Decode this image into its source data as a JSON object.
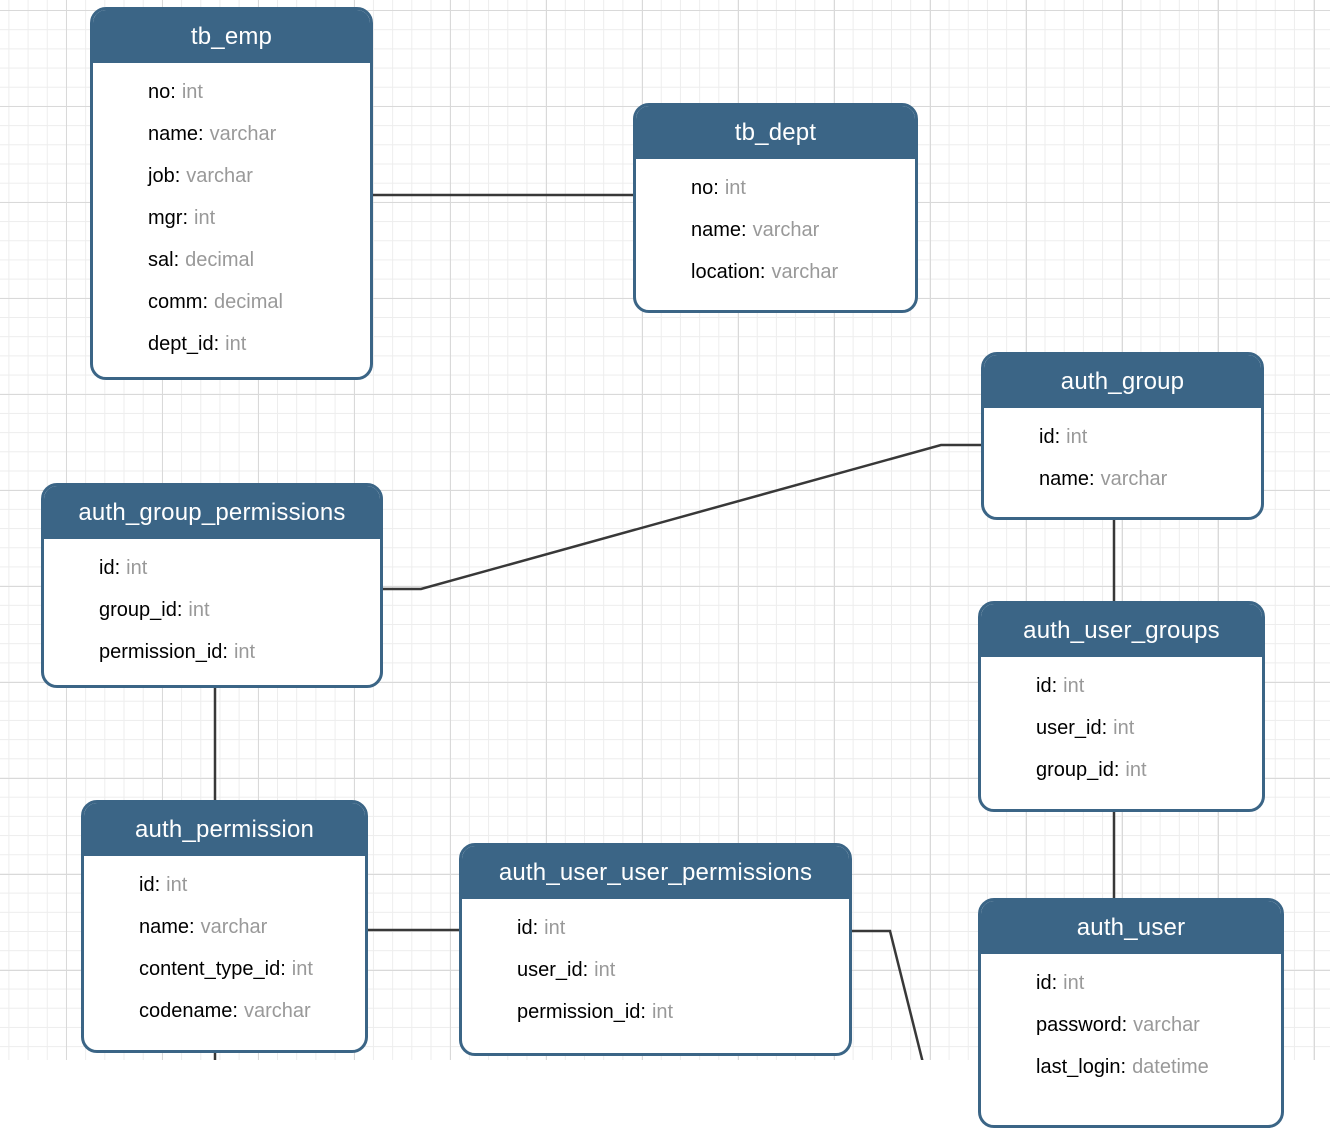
{
  "diagram": {
    "colors": {
      "header_bg": "#3b6586",
      "header_text": "#ffffff",
      "table_border": "#3b6586",
      "field_name_text": "#000000",
      "field_type_text": "#999999",
      "connector_line": "#383838",
      "grid_minor": "#ededed",
      "grid_major": "#d9d9d9"
    },
    "tables": [
      {
        "title": "tb_emp",
        "fields": [
          {
            "name": "no",
            "type": "int"
          },
          {
            "name": "name",
            "type": "varchar"
          },
          {
            "name": "job",
            "type": "varchar"
          },
          {
            "name": "mgr",
            "type": "int"
          },
          {
            "name": "sal",
            "type": "decimal"
          },
          {
            "name": "comm",
            "type": "decimal"
          },
          {
            "name": "dept_id",
            "type": "int"
          }
        ]
      },
      {
        "title": "tb_dept",
        "fields": [
          {
            "name": "no",
            "type": "int"
          },
          {
            "name": "name",
            "type": "varchar"
          },
          {
            "name": "location",
            "type": "varchar"
          }
        ]
      },
      {
        "title": "auth_group",
        "fields": [
          {
            "name": "id",
            "type": "int"
          },
          {
            "name": "name",
            "type": "varchar"
          }
        ]
      },
      {
        "title": "auth_group_permissions",
        "fields": [
          {
            "name": "id",
            "type": "int"
          },
          {
            "name": "group_id",
            "type": "int"
          },
          {
            "name": "permission_id",
            "type": "int"
          }
        ]
      },
      {
        "title": "auth_user_groups",
        "fields": [
          {
            "name": "id",
            "type": "int"
          },
          {
            "name": "user_id",
            "type": "int"
          },
          {
            "name": "group_id",
            "type": "int"
          }
        ]
      },
      {
        "title": "auth_permission",
        "fields": [
          {
            "name": "id",
            "type": "int"
          },
          {
            "name": "name",
            "type": "varchar"
          },
          {
            "name": "content_type_id",
            "type": "int"
          },
          {
            "name": "codename",
            "type": "varchar"
          }
        ]
      },
      {
        "title": "auth_user_user_permissions",
        "fields": [
          {
            "name": "id",
            "type": "int"
          },
          {
            "name": "user_id",
            "type": "int"
          },
          {
            "name": "permission_id",
            "type": "int"
          }
        ]
      },
      {
        "title": "auth_user",
        "fields": [
          {
            "name": "id",
            "type": "int"
          },
          {
            "name": "password",
            "type": "varchar"
          },
          {
            "name": "last_login",
            "type": "datetime"
          }
        ]
      }
    ],
    "connections": [
      {
        "from": "tb_emp",
        "to": "tb_dept"
      },
      {
        "from": "auth_group_permissions",
        "to": "auth_group"
      },
      {
        "from": "auth_group",
        "to": "auth_user_groups"
      },
      {
        "from": "auth_user_groups",
        "to": "auth_user"
      },
      {
        "from": "auth_group_permissions",
        "to": "auth_permission"
      },
      {
        "from": "auth_permission",
        "to": "auth_user_user_permissions"
      },
      {
        "from": "auth_user_user_permissions",
        "to": "offscreen-bottom"
      },
      {
        "from": "auth_permission",
        "to": "offscreen-bottom"
      }
    ]
  }
}
